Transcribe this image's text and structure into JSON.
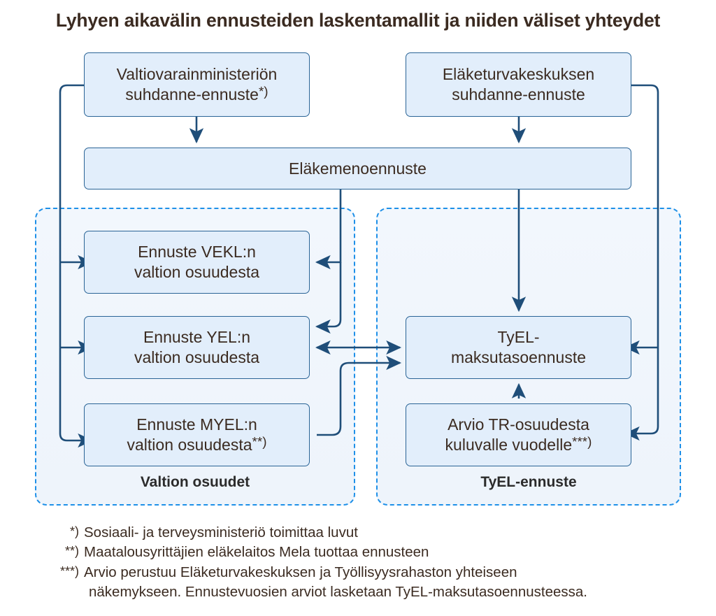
{
  "title": "Lyhyen aikavälin ennusteiden laskentamallit ja niiden väliset yhteydet",
  "colors": {
    "title_text": "#3b2b21",
    "node_fill": "#e2eefb",
    "node_border": "#2a6496",
    "connector": "#1f4e79",
    "group_dash": "#1e90e8",
    "group_fill": "#f0f6fd",
    "page_background": "#ffffff"
  },
  "nodes": {
    "vm_forecast": {
      "line1": "Valtiovarainministeriön",
      "line2": "suhdanne-ennuste",
      "footnote_mark": "*)"
    },
    "etk_forecast": {
      "line1": "Eläketurvakeskuksen",
      "line2": "suhdanne-ennuste",
      "footnote_mark": ""
    },
    "pension_expenditure": {
      "line1": "Eläkemenoennuste",
      "line2": "",
      "footnote_mark": ""
    },
    "vekl_share": {
      "line1": "Ennuste VEKL:n",
      "line2": "valtion osuudesta",
      "footnote_mark": ""
    },
    "yel_share": {
      "line1": "Ennuste YEL:n",
      "line2": "valtion osuudesta",
      "footnote_mark": ""
    },
    "myel_share": {
      "line1": "Ennuste MYEL:n",
      "line2": "valtion osuudesta",
      "footnote_mark": "**)"
    },
    "tyel_contribution": {
      "line1": "TyEL-",
      "line2": "maksutasoennuste",
      "footnote_mark": ""
    },
    "tr_share_estimate": {
      "line1": "Arvio TR-osuudesta",
      "line2": "kuluvalle vuodelle",
      "footnote_mark": "***)"
    }
  },
  "groups": {
    "state_shares": {
      "label": "Valtion osuudet"
    },
    "tyel_forecast": {
      "label": "TyEL-ennuste"
    }
  },
  "footnotes": [
    {
      "mark": "*)",
      "text": "Sosiaali- ja terveysministeriö toimittaa luvut",
      "continuation": ""
    },
    {
      "mark": "**)",
      "text": "Maatalousyrittäjien eläkelaitos Mela tuottaa ennusteen",
      "continuation": ""
    },
    {
      "mark": "***)",
      "text": "Arvio perustuu Eläketurvakeskuksen ja Työllisyysrahaston yhteiseen",
      "continuation": "näkemykseen. Ennustevuosien arviot lasketaan TyEL-maksutasoennusteessa."
    }
  ]
}
